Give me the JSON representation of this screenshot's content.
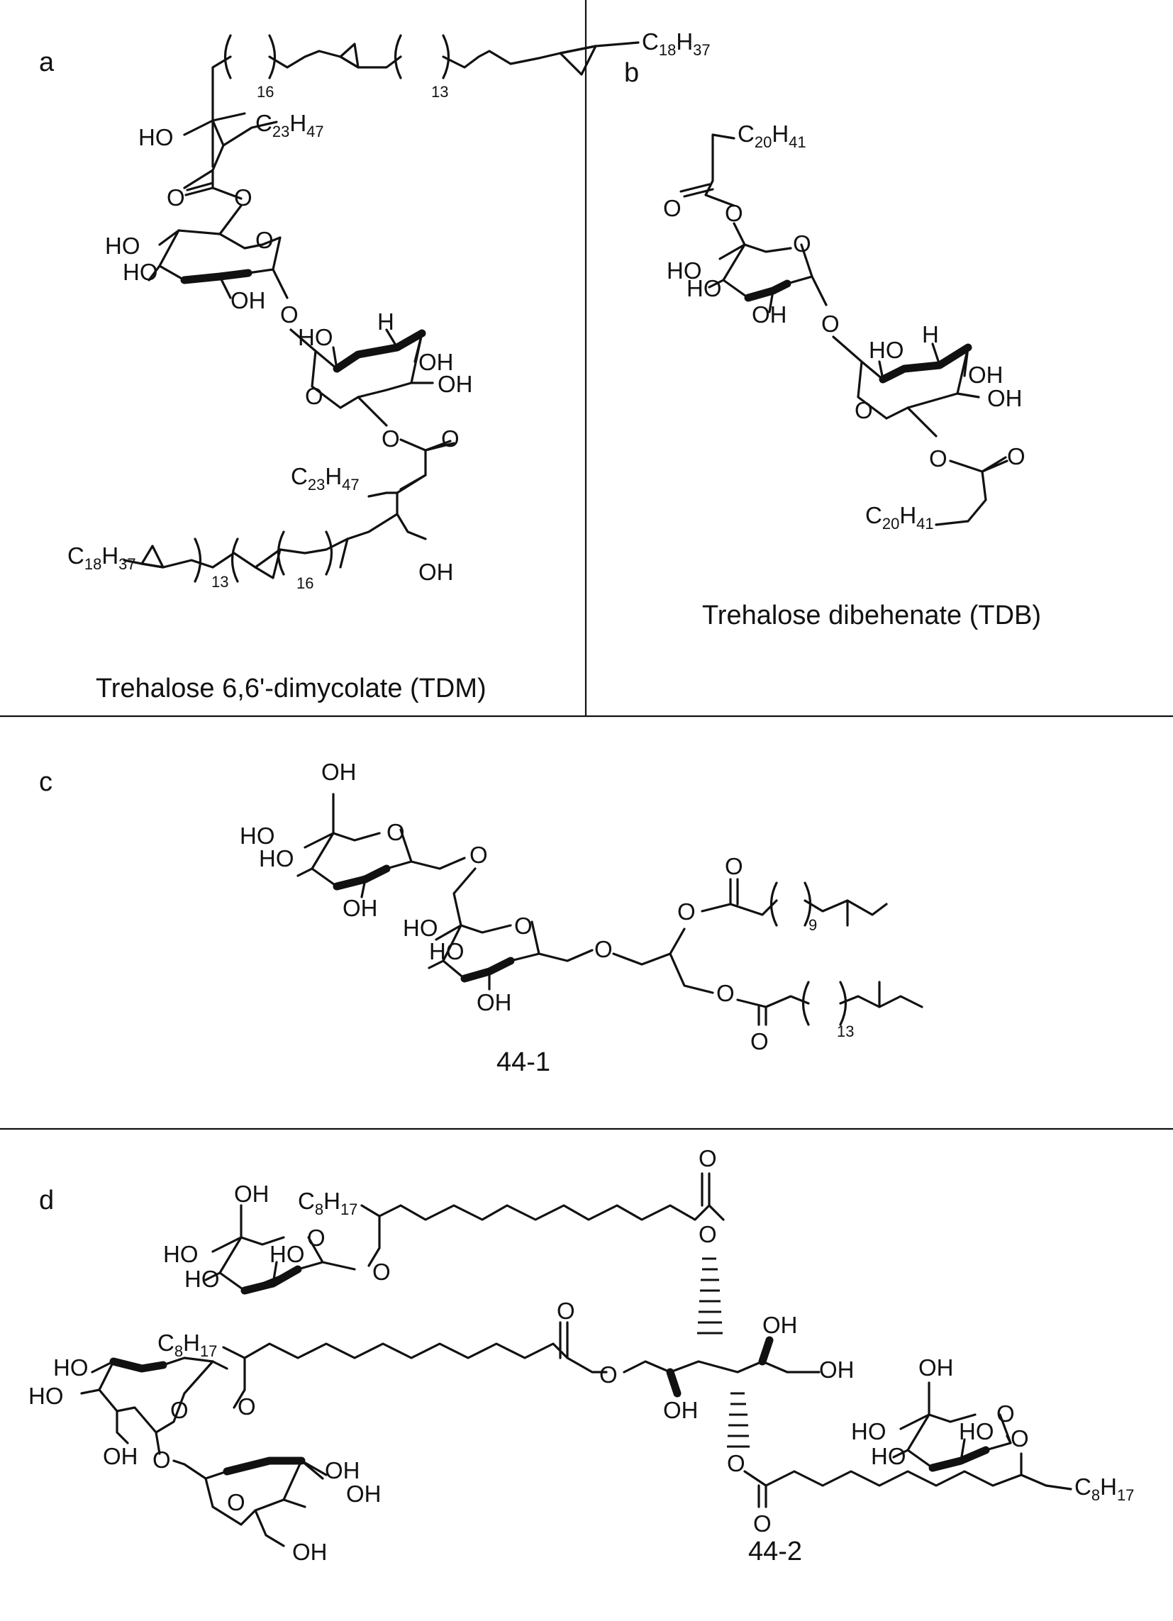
{
  "panels": [
    {
      "letter": "a",
      "caption": "Trehalose 6,6'-dimycolate (TDM)"
    },
    {
      "letter": "b",
      "caption": "Trehalose dibehenate (TDB)"
    },
    {
      "letter": "c",
      "caption": "44-1"
    },
    {
      "letter": "d",
      "caption": "44-2"
    }
  ],
  "labels": {
    "HO": "HO",
    "OH": "OH",
    "O": "O",
    "H": "H",
    "C": "C",
    "C18H37": {
      "sym": "C",
      "n1": "18",
      "h": "H",
      "n2": "37"
    },
    "C23H47": {
      "sym": "C",
      "n1": "23",
      "h": "H",
      "n2": "47"
    },
    "C20H41": {
      "sym": "C",
      "n1": "20",
      "h": "H",
      "n2": "41"
    },
    "C8H17": {
      "sym": "C",
      "n1": "8",
      "h": "H",
      "n2": "17"
    },
    "repeat_16": "16",
    "repeat_13": "13",
    "repeat_9": "9"
  }
}
